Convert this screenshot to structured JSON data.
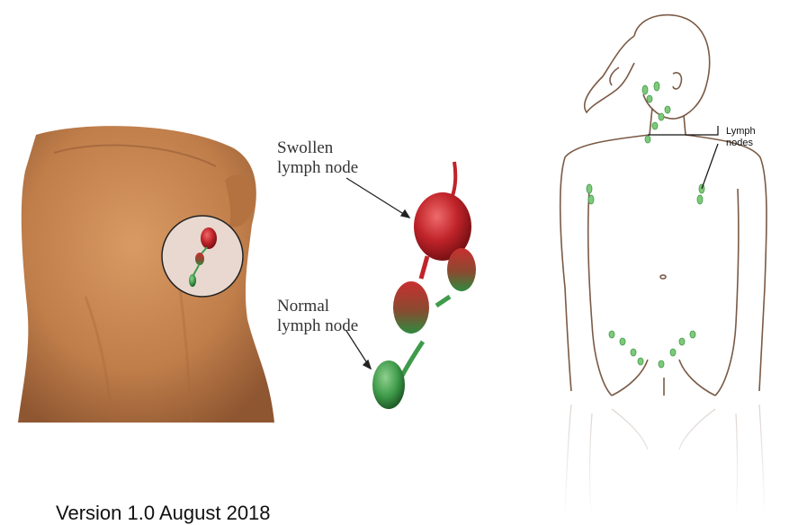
{
  "left_figure": {
    "swollen_label_line1": "Swollen",
    "swollen_label_line2": "lymph node",
    "normal_label_line1": "Normal",
    "normal_label_line2": "lymph node"
  },
  "right_figure": {
    "lymph_label_line1": "Lymph",
    "lymph_label_line2": "nodes"
  },
  "footer": {
    "version_text": "Version 1.0 August 2018"
  },
  "colors": {
    "skin": "#c98a55",
    "node_red": "#c0242a",
    "node_green": "#3f9b4a",
    "outline": "#7a5a45"
  }
}
